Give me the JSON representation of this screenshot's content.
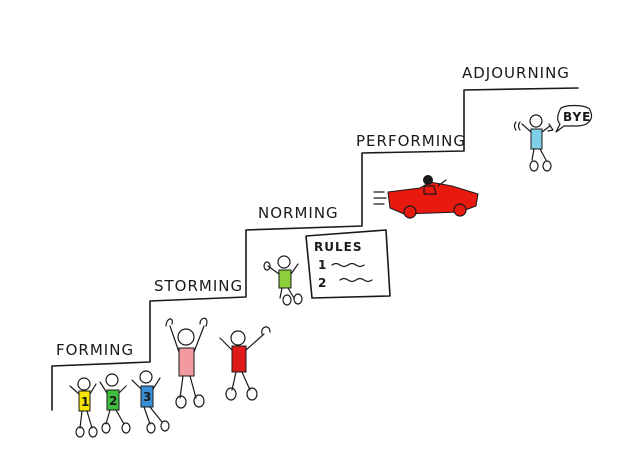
{
  "stages": [
    {
      "label": "FORMING"
    },
    {
      "label": "STORMING"
    },
    {
      "label": "NORMING"
    },
    {
      "label": "PERFORMING"
    },
    {
      "label": "ADJOURNING"
    }
  ],
  "forming_jersey_numbers": [
    "1",
    "2",
    "3"
  ],
  "rules_board": {
    "title": "RULES",
    "items": [
      "1",
      "2"
    ]
  },
  "speech_bubble": {
    "text": "BYE"
  },
  "colors": {
    "ink": "#1a1a1a",
    "jersey_yellow": "#f5e400",
    "jersey_green": "#3fbf3f",
    "jersey_blue": "#3a8fd9",
    "storming_pink": "#f29aa0",
    "storming_red": "#e01919",
    "norming_green": "#8ccf3a",
    "car_red": "#e8190f",
    "adjourning_cyan": "#7fd0e6"
  }
}
